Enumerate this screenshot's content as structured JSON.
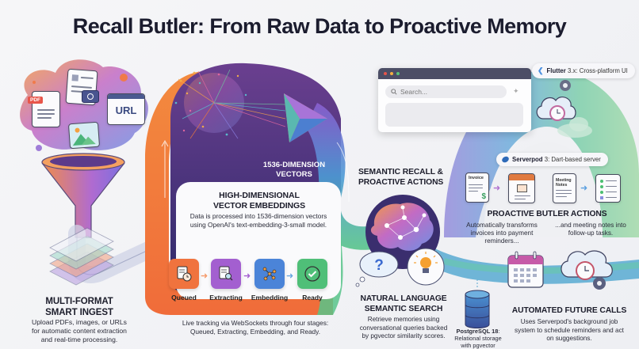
{
  "title": "Recall Butler: From Raw Data to Proactive Memory",
  "colors": {
    "orange": "#f07a3a",
    "purple": "#7e55c9",
    "deep_purple": "#4a3178",
    "blue": "#4c8fd6",
    "teal": "#4ab8b0",
    "green": "#5cc47a",
    "dark_text": "#1c1d2b"
  },
  "ingest": {
    "heading_line1": "MULTI-FORMAT",
    "heading_line2": "SMART INGEST",
    "desc_line1": "Upload PDFs, images, or URLs",
    "desc_line2": "for automatic content extraction",
    "desc_line3": "and real-time processing.",
    "icons": {
      "pdf_label": "PDF",
      "url_label": "URL"
    }
  },
  "embeddings": {
    "vector_label_line1": "1536-DIMENSION",
    "vector_label_line2": "VECTORS",
    "heading_line1": "HIGH-DIMENSIONAL",
    "heading_line2": "VECTOR EMBEDDINGS",
    "desc_line1": "Data is processed into 1536-dimension vectors",
    "desc_line2": "using OpenAI's text-embedding-3-small model."
  },
  "pipeline": {
    "stages": [
      {
        "label": "Queued",
        "color": "#f0733e"
      },
      {
        "label": "Extracting",
        "color": "#a35fd0"
      },
      {
        "label": "Embedding",
        "color": "#4b84d8"
      },
      {
        "label": "Ready",
        "color": "#4fbf78"
      }
    ],
    "desc_line1": "Live tracking via WebSockets through four stages:",
    "desc_line2": "Queued, Extracting, Embedding, and Ready."
  },
  "semantic": {
    "heading_line1": "SEMANTIC RECALL &",
    "heading_line2": "PROACTIVE ACTIONS"
  },
  "search_section": {
    "heading_line1": "NATURAL LANGUAGE",
    "heading_line2": "SEMANTIC SEARCH",
    "desc_line1": "Retrieve memories using",
    "desc_line2": "conversational queries backed",
    "desc_line3": "by pgvector similarity scores."
  },
  "database": {
    "name": "PostgreSQL 18",
    "desc_line1": "Relational storage",
    "desc_line2": "with pgvector"
  },
  "browser": {
    "search_placeholder": "Search..."
  },
  "flutter_pill": {
    "name": "Flutter",
    "text": "3.x: Cross-platform UI"
  },
  "serverpod_pill": {
    "name": "Serverpod",
    "text": "3: Dart-based server"
  },
  "butler_actions": {
    "invoice_label": "Invoice",
    "meeting_label_line1": "Meeting",
    "meeting_label_line2": "Notes",
    "heading": "PROACTIVE BUTLER ACTIONS",
    "left_desc_line1": "Automatically transforms",
    "left_desc_line2": "invoices into payment",
    "left_desc_line3": "reminders...",
    "right_desc_line1": "...and meeting notes into",
    "right_desc_line2": "follow-up tasks."
  },
  "future_calls": {
    "heading": "AUTOMATED FUTURE CALLS",
    "desc_line1": "Uses Serverpod's background job",
    "desc_line2": "system to schedule reminders and act",
    "desc_line3": "on suggestions."
  }
}
